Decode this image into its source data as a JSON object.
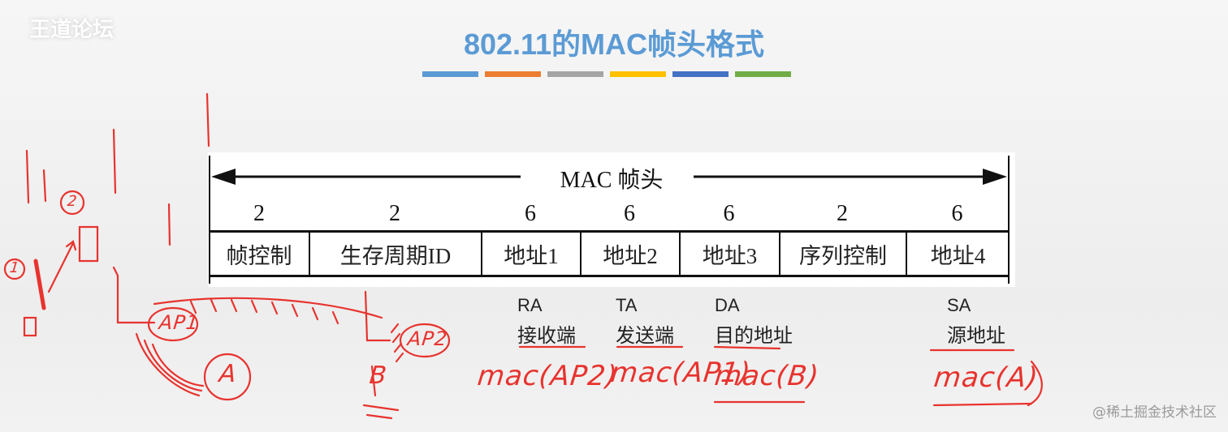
{
  "watermark_top": "王道论坛",
  "watermark_bottom": "@稀土掘金技术社区",
  "slide_title": "802.11的MAC帧头格式",
  "color_bars": [
    "#5b9bd5",
    "#ed7d31",
    "#a5a5a5",
    "#ffc000",
    "#4472c4",
    "#70ad47"
  ],
  "figure": {
    "title": "MAC 帧头",
    "fields": [
      {
        "size": "2",
        "name": "帧控制"
      },
      {
        "size": "2",
        "name": "生存周期ID"
      },
      {
        "size": "6",
        "name": "地址1"
      },
      {
        "size": "6",
        "name": "地址2"
      },
      {
        "size": "6",
        "name": "地址3"
      },
      {
        "size": "2",
        "name": "序列控制"
      },
      {
        "size": "6",
        "name": "地址4"
      }
    ]
  },
  "annotations": [
    {
      "abbr": "RA",
      "desc": "接收端"
    },
    {
      "abbr": "TA",
      "desc": "发送端"
    },
    {
      "abbr": "DA",
      "desc": "目的地址"
    },
    {
      "abbr": "SA",
      "desc": "源地址"
    }
  ],
  "handwriting": {
    "mac_ap2": "mac(AP2)",
    "mac_ap1": "mac(AP1)",
    "mac_b": "mac(B)",
    "mac_a": "mac(A)",
    "ap1": "AP1",
    "ap2": "AP2",
    "a": "A",
    "b": "B",
    "n1": "1",
    "n2": "2"
  }
}
